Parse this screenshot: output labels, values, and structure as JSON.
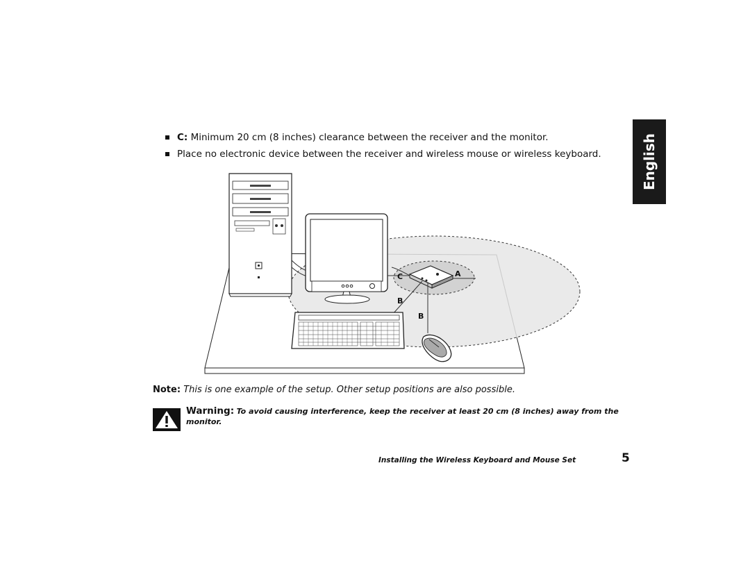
{
  "bullets": [
    {
      "label": "C:",
      "text": " Minimum 20 cm (8 inches) clearance between the receiver and the monitor."
    },
    {
      "label": "",
      "text": "Place no electronic device between the receiver and wireless mouse or wireless keyboard."
    }
  ],
  "side_tab": "English",
  "figure": {
    "labels": {
      "a": "A",
      "b1": "B",
      "b2": "B",
      "c": "C"
    }
  },
  "note": {
    "label": "Note:",
    "text": "This is one example of the setup. Other setup positions are also possible."
  },
  "warning": {
    "label": "Warning:",
    "text": "To avoid causing interference, keep the receiver at least 20 cm (8 inches) away from the monitor.",
    "icon": "warning-triangle-icon"
  },
  "footer": {
    "title": "Installing the Wireless Keyboard and Mouse Set",
    "page_number": "5"
  }
}
